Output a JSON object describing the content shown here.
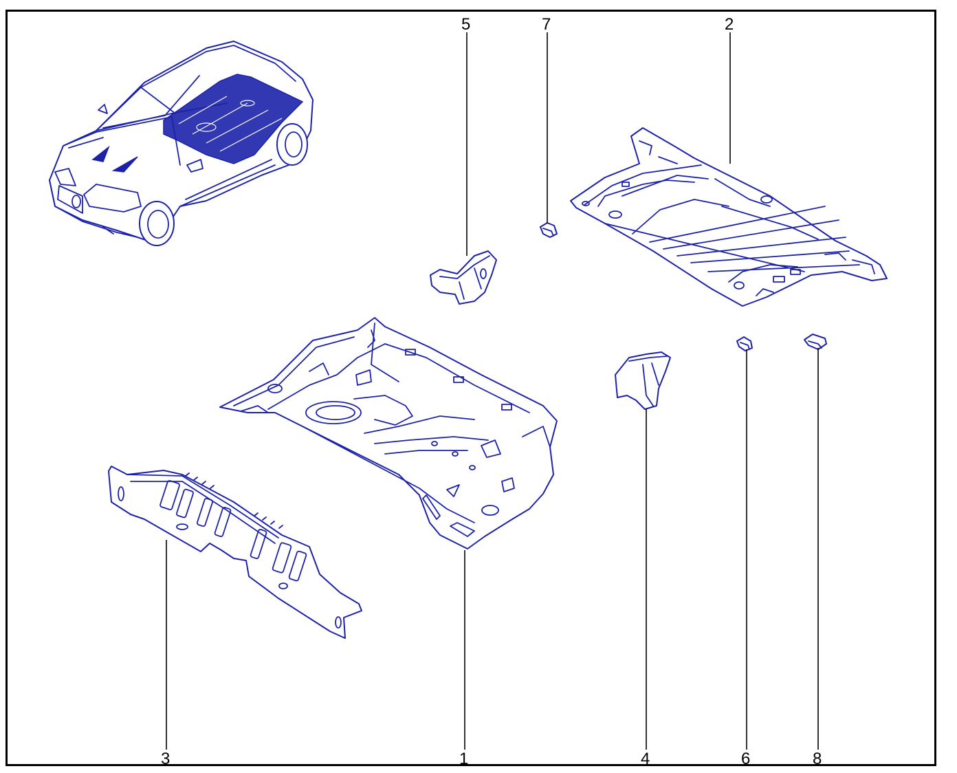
{
  "colors": {
    "line": "#1c22a8",
    "frame": "#000000",
    "background": "#ffffff"
  },
  "callouts": {
    "c1": "1",
    "c2": "2",
    "c3": "3",
    "c4": "4",
    "c5": "5",
    "c6": "6",
    "c7": "7",
    "c8": "8"
  }
}
